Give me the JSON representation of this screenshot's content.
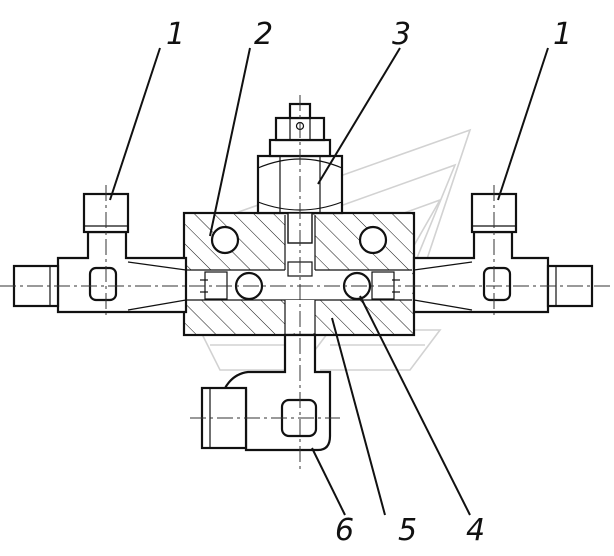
{
  "callouts": [
    {
      "id": "c1a",
      "label": "1"
    },
    {
      "id": "c2",
      "label": "2"
    },
    {
      "id": "c3",
      "label": "3"
    },
    {
      "id": "c1b",
      "label": "1"
    },
    {
      "id": "c6",
      "label": "6"
    },
    {
      "id": "c5",
      "label": "5"
    },
    {
      "id": "c4",
      "label": "4"
    }
  ],
  "colors": {
    "line": "#111111",
    "watermark": "#d2d2d2",
    "background": "#ffffff"
  }
}
